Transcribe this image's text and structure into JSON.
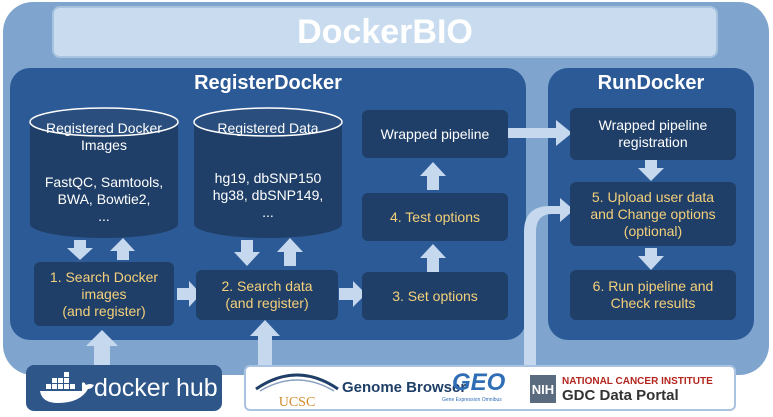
{
  "title": "DockerBIO",
  "register": {
    "title": "RegisterDocker",
    "images_cylinder": {
      "heading_line1": "Registered Docker",
      "heading_line2": "Images",
      "line1": "FastQC, Samtools,",
      "line2": "BWA, Bowtie2,",
      "line3": "..."
    },
    "data_cylinder": {
      "heading": "Registered Data",
      "line1": "hg19, dbSNP150",
      "line2": "hg38, dbSNP149,",
      "line3": "..."
    },
    "step1": {
      "line1": "1. Search Docker",
      "line2": "images",
      "line3": "(and register)"
    },
    "step2": {
      "line1": "2. Search data",
      "line2": "(and register)"
    },
    "step3": "3. Set options",
    "step4": "4. Test options",
    "wrapped": "Wrapped pipeline"
  },
  "run": {
    "title": "RunDocker",
    "registration": {
      "line1": "Wrapped pipeline",
      "line2": "registration"
    },
    "step5": {
      "line1": "5. Upload user data",
      "line2": "and Change options",
      "line3": "(optional)"
    },
    "step6": {
      "line1": "6. Run pipeline and",
      "line2": "Check results"
    }
  },
  "sources": {
    "docker": "docker hub",
    "ucsc": "UCSC",
    "genome_browser": "Genome Browser",
    "geo": "GEO",
    "geo_sub": "Gene Expression Omnibus",
    "nih": "NIH",
    "nci": "NATIONAL CANCER INSTITUTE",
    "gdc": "GDC Data Portal"
  },
  "colors": {
    "outer": "#7fa5cf",
    "panel": "#2c5a96",
    "box": "#1f3f68",
    "step_text": "#f5d07a",
    "arrow": "#c5d8ee",
    "nci_red": "#b3261e"
  }
}
